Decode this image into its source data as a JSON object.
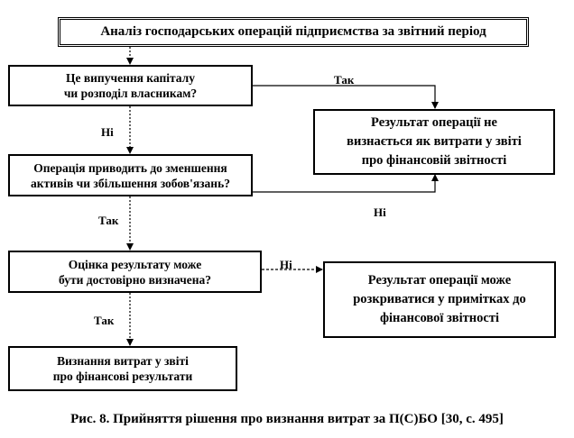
{
  "nodes": {
    "title": "Аналіз господарських операцій підприємства за звітний період",
    "q1": "Це випучення капіталу\nчи розподіл власникам?",
    "q2": "Операція приводить до зменшення\nактивів чи збільшення зобов'язань?",
    "q3": "Оцінка результату може\nбути достовірно визначена?",
    "end_expense": "Визнання витрат у звіті\nпро фінансові результати",
    "res_not_expense": "Результат операції не\nвизнається як витрати у звіті\nпро фінансовій звітності",
    "res_notes": "Результат операції може\nрозкриватися у примітках до\nфінансової звітності"
  },
  "edge_labels": {
    "q1_yes": "Так",
    "q1_no": "Ні",
    "q2_no": "Ні",
    "q2_yes": "Так",
    "q3_no": "Ні",
    "q3_yes": "Так"
  },
  "caption": "Рис. 8. Прийняття рішення про визнання витрат за П(С)БО [30, с. 495]"
}
